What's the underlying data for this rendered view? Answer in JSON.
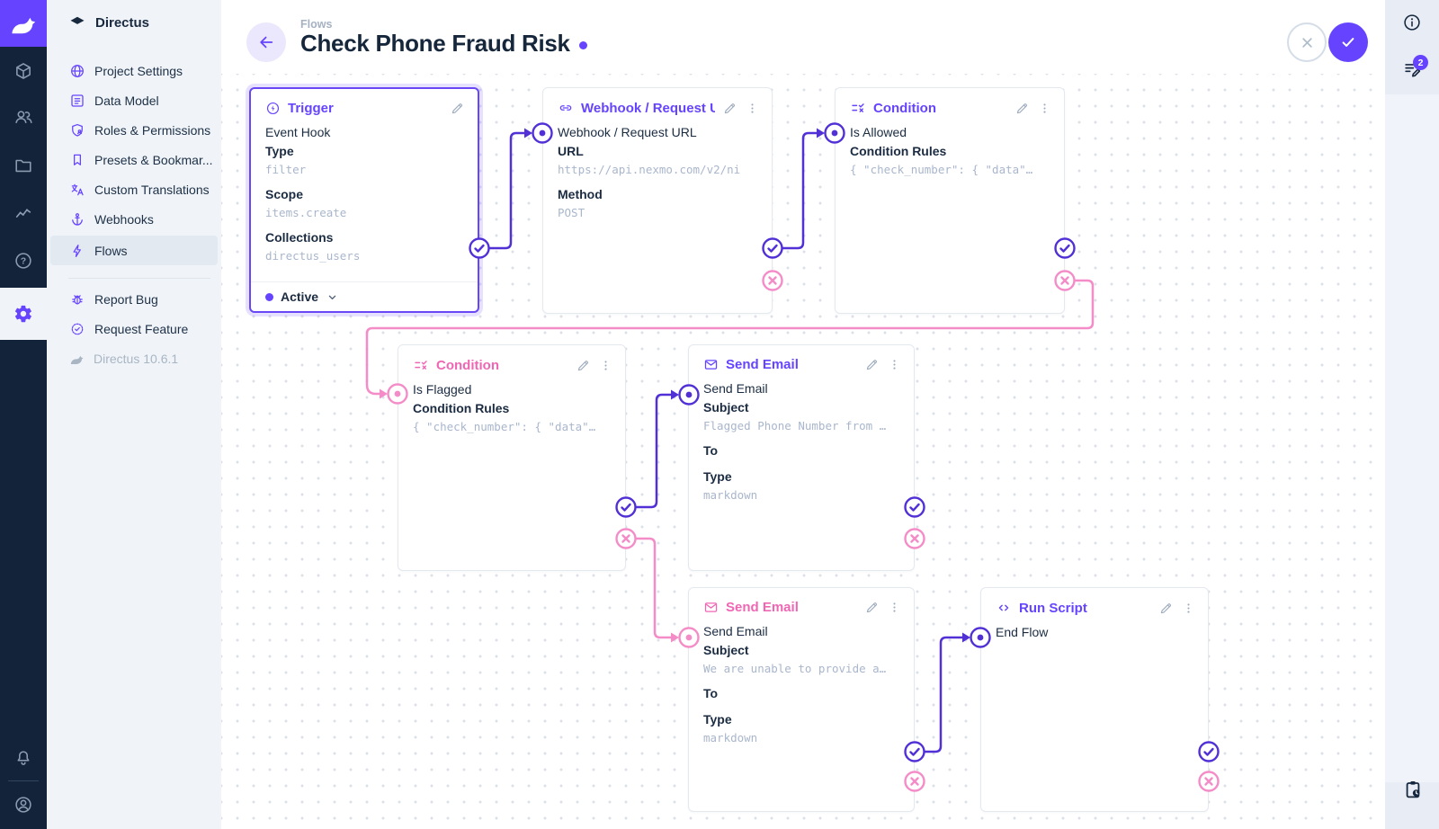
{
  "brand": {
    "name": "Directus"
  },
  "nav": {
    "title": "Directus",
    "items": [
      {
        "label": "Project Settings",
        "icon": "globe"
      },
      {
        "label": "Data Model",
        "icon": "list"
      },
      {
        "label": "Roles & Permissions",
        "icon": "shield"
      },
      {
        "label": "Presets & Bookmar...",
        "icon": "bookmark"
      },
      {
        "label": "Custom Translations",
        "icon": "translate"
      },
      {
        "label": "Webhooks",
        "icon": "anchor"
      },
      {
        "label": "Flows",
        "icon": "bolt",
        "active": true
      }
    ],
    "secondary": [
      {
        "label": "Report Bug",
        "icon": "bug"
      },
      {
        "label": "Request Feature",
        "icon": "award"
      }
    ],
    "version": "Directus 10.6.1"
  },
  "module_rail": {
    "help_glyph": "?",
    "items": [
      "content",
      "users",
      "files",
      "insights",
      "help",
      "settings"
    ],
    "bottom": [
      "notifications",
      "account"
    ]
  },
  "header": {
    "breadcrumb": "Flows",
    "title": "Check Phone Fraud Risk",
    "unsaved_indicator": true
  },
  "right_bar": {
    "badge": "2"
  },
  "flow": {
    "nodes": [
      {
        "key": "trigger",
        "title": "Trigger",
        "tone": "purple",
        "name": "Event Hook",
        "status": "Active",
        "fields": [
          {
            "label": "Type",
            "value": "filter"
          },
          {
            "label": "Scope",
            "value": "items.create"
          },
          {
            "label": "Collections",
            "value": "directus_users"
          }
        ]
      },
      {
        "key": "webhook",
        "title": "Webhook / Request U",
        "tone": "purple",
        "name": "Webhook / Request URL",
        "fields": [
          {
            "label": "URL",
            "value": "https://api.nexmo.com/v2/ni"
          },
          {
            "label": "Method",
            "value": "POST"
          }
        ]
      },
      {
        "key": "condition-is-allowed",
        "title": "Condition",
        "tone": "purple",
        "name": "Is Allowed",
        "fields": [
          {
            "label": "Condition Rules",
            "value": "{ \"check_number\": { \"data\"…"
          }
        ]
      },
      {
        "key": "condition-is-flagged",
        "title": "Condition",
        "tone": "pink",
        "name": "Is Flagged",
        "fields": [
          {
            "label": "Condition Rules",
            "value": "{ \"check_number\": { \"data\"…"
          }
        ]
      },
      {
        "key": "send-email-flagged",
        "title": "Send Email",
        "tone": "purple",
        "name": "Send Email",
        "fields": [
          {
            "label": "Subject",
            "value": "Flagged Phone Number from …"
          },
          {
            "label": "To",
            "value": ""
          },
          {
            "label": "Type",
            "value": "markdown"
          }
        ]
      },
      {
        "key": "send-email-unable",
        "title": "Send Email",
        "tone": "pink",
        "name": "Send Email",
        "fields": [
          {
            "label": "Subject",
            "value": "We are unable to provide a…"
          },
          {
            "label": "To",
            "value": ""
          },
          {
            "label": "Type",
            "value": "markdown"
          }
        ]
      },
      {
        "key": "run-script",
        "title": "Run Script",
        "tone": "purple",
        "name": "End Flow",
        "fields": []
      }
    ],
    "connections": [
      {
        "from": "trigger",
        "to": "webhook",
        "type": "resolve"
      },
      {
        "from": "webhook",
        "to": "condition-is-allowed",
        "type": "resolve"
      },
      {
        "from": "condition-is-allowed",
        "to": "condition-is-flagged",
        "type": "reject"
      },
      {
        "from": "condition-is-flagged",
        "to": "send-email-flagged",
        "type": "resolve"
      },
      {
        "from": "condition-is-flagged",
        "to": "send-email-unable",
        "type": "reject"
      },
      {
        "from": "send-email-unable",
        "to": "run-script",
        "type": "resolve"
      }
    ]
  },
  "colors": {
    "accent": "#6644ff",
    "pink_header": "#ef67b3",
    "connector_resolve": "#5130d6",
    "connector_reject": "#f48cc7",
    "sidebar_dark": "#12233a",
    "sidebar_light": "#f0f4f9"
  }
}
